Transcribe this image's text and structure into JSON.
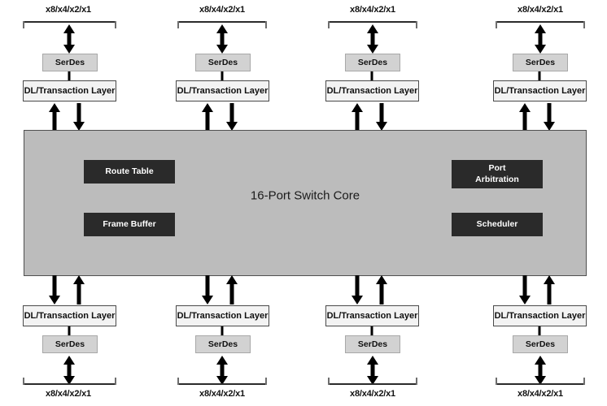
{
  "diagram": {
    "title": "16-Port Switch Core",
    "port_link_label": "x8/x4/x2/x1",
    "serdes_label": "SerDes",
    "dl_layer_label": "DL/Transaction Layer",
    "colors": {
      "core_fill": "#bcbcbc",
      "core_border": "#4f4f4f",
      "unit_fill": "#2a2a2a",
      "unit_text": "#ffffff",
      "serdes_fill": "#d2d2d2",
      "dl_fill": "#f3f3f3",
      "arrow": "#000000",
      "page_background": "#ffffff"
    },
    "core_units": [
      {
        "name": "route-table",
        "label": "Route Table",
        "label_line1": "Route Table",
        "label_line2": ""
      },
      {
        "name": "frame-buffer",
        "label": "Frame Buffer",
        "label_line1": "Frame Buffer",
        "label_line2": ""
      },
      {
        "name": "port-arbitration",
        "label": "Port Arbitration",
        "label_line1": "Port",
        "label_line2": "Arbitration"
      },
      {
        "name": "scheduler",
        "label": "Scheduler",
        "label_line1": "Scheduler",
        "label_line2": ""
      }
    ],
    "top_ports": [
      {
        "index": 1,
        "link_label": "x8/x4/x2/x1",
        "serdes_label": "SerDes",
        "dl_layer_label": "DL/Transaction Layer"
      },
      {
        "index": 2,
        "link_label": "x8/x4/x2/x1",
        "serdes_label": "SerDes",
        "dl_layer_label": "DL/Transaction Layer"
      },
      {
        "index": 3,
        "link_label": "x8/x4/x2/x1",
        "serdes_label": "SerDes",
        "dl_layer_label": "DL/Transaction Layer"
      },
      {
        "index": 4,
        "link_label": "x8/x4/x2/x1",
        "serdes_label": "SerDes",
        "dl_layer_label": "DL/Transaction Layer"
      }
    ],
    "bottom_ports": [
      {
        "index": 5,
        "link_label": "x8/x4/x2/x1",
        "serdes_label": "SerDes",
        "dl_layer_label": "DL/Transaction Layer"
      },
      {
        "index": 6,
        "link_label": "x8/x4/x2/x1",
        "serdes_label": "SerDes",
        "dl_layer_label": "DL/Transaction Layer"
      },
      {
        "index": 7,
        "link_label": "x8/x4/x2/x1",
        "serdes_label": "SerDes",
        "dl_layer_label": "DL/Transaction Layer"
      },
      {
        "index": 8,
        "link_label": "x8/x4/x2/x1",
        "serdes_label": "SerDes",
        "dl_layer_label": "DL/Transaction Layer"
      }
    ]
  }
}
